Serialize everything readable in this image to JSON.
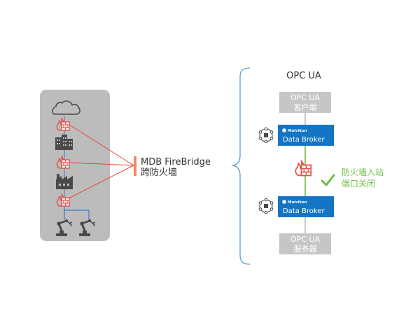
{
  "colors": {
    "panel": "#bcbcbc",
    "gray_box": "#c6c6c6",
    "blue_box": "#1475c4",
    "firewall_red": "#e0524a",
    "line_red": "#e8473c",
    "line_blue": "#3b78c9",
    "green": "#71bf44",
    "orange_bar": "#f08a5d",
    "bracket": "#5b9bd5",
    "dark_icon": "#4a4a4a"
  },
  "icons": [
    "cloud-icon",
    "firewall-icon",
    "office-building-icon",
    "factory-icon",
    "robot-arm-icon",
    "network-node-icon",
    "check-icon"
  ],
  "left_label": {
    "title": "MDB FireBridge",
    "subtitle": "跨防火墙"
  },
  "right": {
    "heading": "OPC UA",
    "client": {
      "line1": "OPC UA",
      "line2": "客户端"
    },
    "broker_top": {
      "brand": "Matrikon",
      "label": "Data Broker"
    },
    "broker_bottom": {
      "brand": "Matrikon",
      "label": "Data Broker"
    },
    "server": {
      "line1": "OPC UA",
      "line2": "服务器"
    },
    "firewall_note": {
      "line1": "防火墙入站",
      "line2": "端口关闭"
    }
  }
}
